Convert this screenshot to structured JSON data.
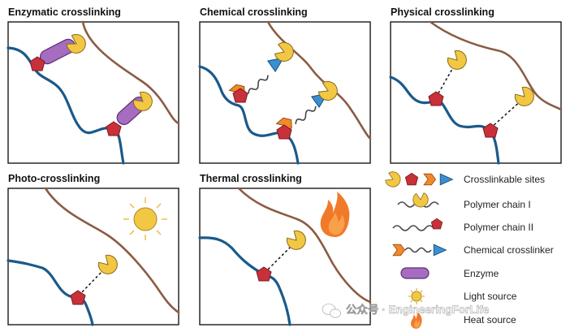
{
  "panels": {
    "enzymatic": "Enzymatic crosslinking",
    "chemical": "Chemical crosslinking",
    "physical": "Physical crosslinking",
    "photo": "Photo-crosslinking",
    "thermal": "Thermal crosslinking"
  },
  "legend": {
    "sites": "Crosslinkable sites",
    "chain1": "Polymer chain I",
    "chain2": "Polymer chain II",
    "crosslinker": "Chemical crosslinker",
    "enzyme": "Enzyme",
    "light": "Light source",
    "heat": "Heat source"
  },
  "watermark": "公众号 · EngineeringForLife",
  "colors": {
    "chain_brown": "#8a5c44",
    "chain_blue": "#1a5a8a",
    "site_yellow": "#f2c744",
    "site_red": "#c8303a",
    "crosslinker_orange": "#f08a2a",
    "crosslinker_blue": "#3a8fd0",
    "enzyme_purple": "#a56cc0",
    "flame_orange": "#f07a2a"
  }
}
